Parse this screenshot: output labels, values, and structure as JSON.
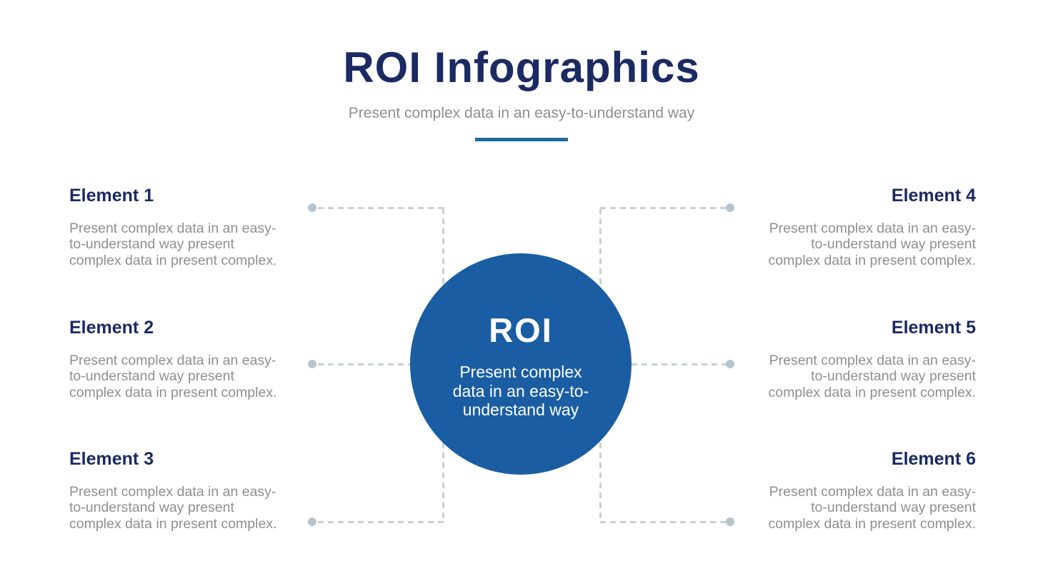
{
  "page": {
    "title": "ROI Infographics",
    "subtitle": "Present complex data in an easy-to-understand way"
  },
  "center_circle": {
    "title": "ROI",
    "description": "Present complex\ndata in an easy-to-\nunderstand way"
  },
  "elements": [
    {
      "label": "Element 1",
      "side": "left",
      "description": "Present complex data in an easy-\nto-understand way present\ncomplex data in present complex."
    },
    {
      "label": "Element 2",
      "side": "left",
      "description": "Present complex data in an easy-\nto-understand way present\ncomplex data in present complex."
    },
    {
      "label": "Element 3",
      "side": "left",
      "description": "Present complex data in an easy-\nto-understand way present\ncomplex data in present complex."
    },
    {
      "label": "Element 4",
      "side": "right",
      "description": "Present complex data in an easy-\nto-understand way present\ncomplex data in present complex."
    },
    {
      "label": "Element 5",
      "side": "right",
      "description": "Present complex data in an easy-\nto-understand way present\ncomplex data in present complex."
    },
    {
      "label": "Element 6",
      "side": "right",
      "description": "Present complex data in an easy-\nto-understand way present\ncomplex data in present complex."
    }
  ],
  "colors": {
    "heading_navy": "#1B2A63",
    "circle_blue": "#1A5DA2",
    "accent_line": "#1E6B9E",
    "body_gray": "#8F8F8F",
    "connector_dash": "#C8D0D5",
    "connector_dot": "#B6C4CD"
  }
}
